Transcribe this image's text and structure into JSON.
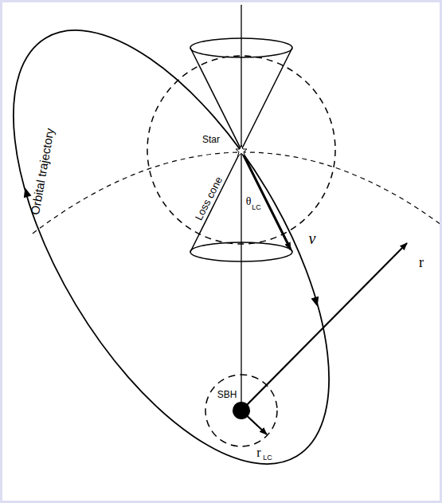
{
  "diagram": {
    "labels": [
      "Orbital trajectory",
      "Star",
      "Loss cone",
      "θ",
      "LC",
      "v",
      "r",
      "SBH",
      "r",
      "LC"
    ]
  }
}
